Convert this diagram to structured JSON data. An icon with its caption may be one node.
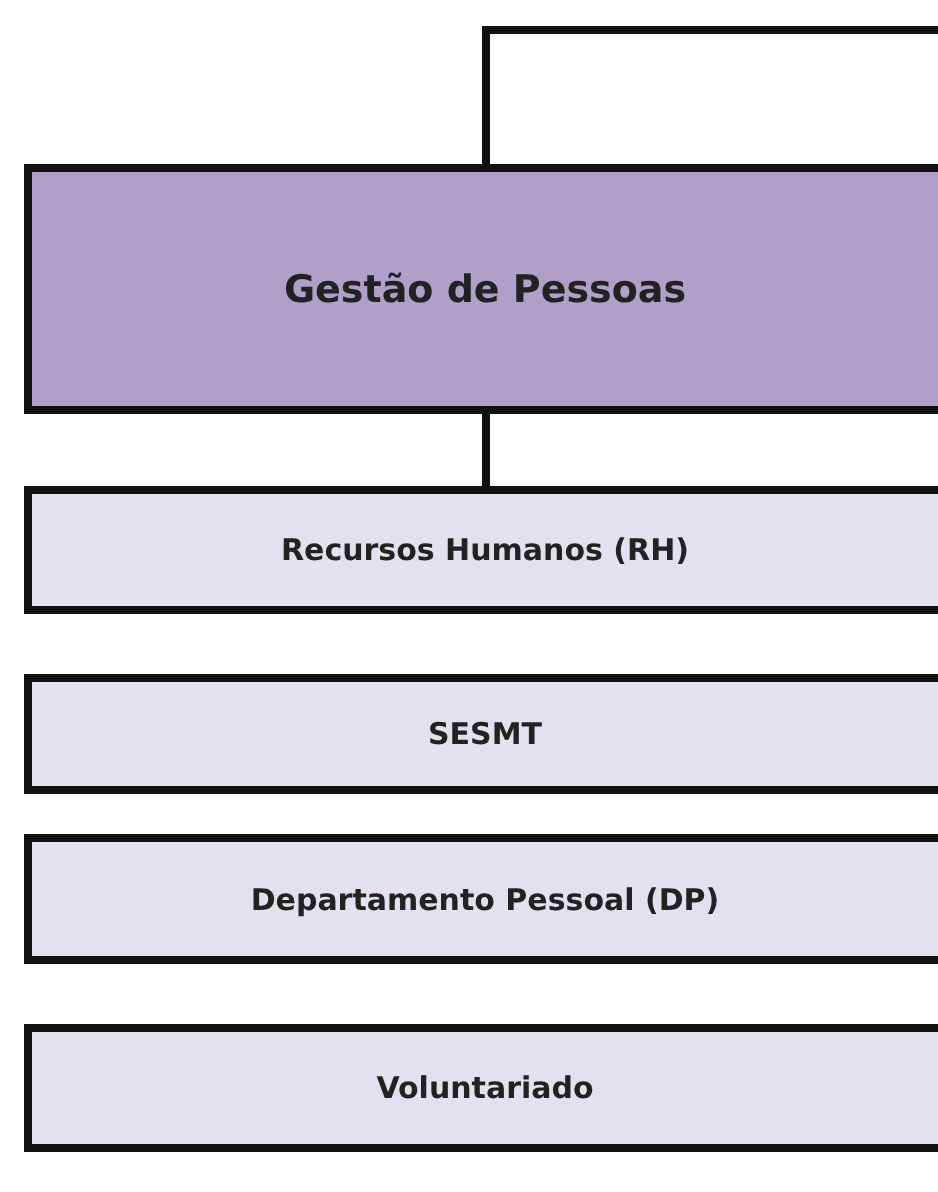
{
  "diagram": {
    "nodes": [
      {
        "text": [
          "Gestão de Pessoas"
        ]
      },
      {
        "text": [
          "Recursos Humanos (RH)"
        ]
      },
      {
        "text": [
          "SESMT"
        ]
      },
      {
        "text": [
          "Departamento Pessoal (DP)"
        ]
      },
      {
        "text": [
          "Voluntariado"
        ]
      }
    ],
    "edges": [
      {
        "from": null,
        "to": 0,
        "arrow": "none"
      },
      {
        "from": 0,
        "to": 1,
        "arrow": "none"
      }
    ]
  }
}
